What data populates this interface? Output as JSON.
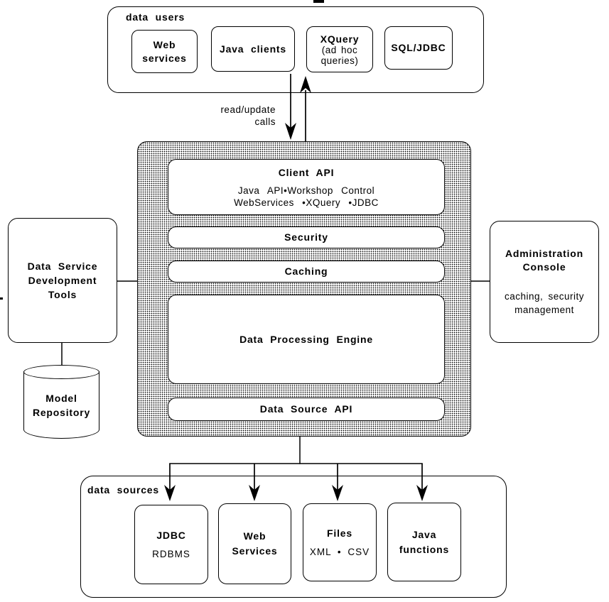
{
  "colors": {
    "line": "#000000",
    "background": "#ffffff",
    "fill": "#ffffff"
  },
  "data_users": {
    "label": "data users",
    "boxes": [
      {
        "title": "Web\nservices"
      },
      {
        "title": "Java clients"
      },
      {
        "title": "XQuery",
        "sub": "(ad hoc\nqueries)"
      },
      {
        "title": "SQL/JDBC"
      }
    ]
  },
  "flow": {
    "read_update_label": "read/update\ncalls"
  },
  "platform": {
    "client_api_title": "Client API",
    "client_api_sub": "Java API•Workshop Control\nWebServices •XQuery •JDBC",
    "security": "Security",
    "caching": "Caching",
    "engine": "Data Processing Engine",
    "data_source_api": "Data Source API"
  },
  "left_side": {
    "dev_tools": "Data Service\nDevelopment\nTools",
    "repository": "Model\nRepository"
  },
  "right_side": {
    "admin_title": "Administration\nConsole",
    "admin_sub": "caching, security\nmanagement"
  },
  "data_sources": {
    "label": "data sources",
    "boxes": [
      {
        "title": "JDBC",
        "sub": "RDBMS"
      },
      {
        "title": "Web\nServices"
      },
      {
        "title": "Files",
        "sub": "XML • CSV"
      },
      {
        "title": "Java\nfunctions"
      }
    ]
  }
}
